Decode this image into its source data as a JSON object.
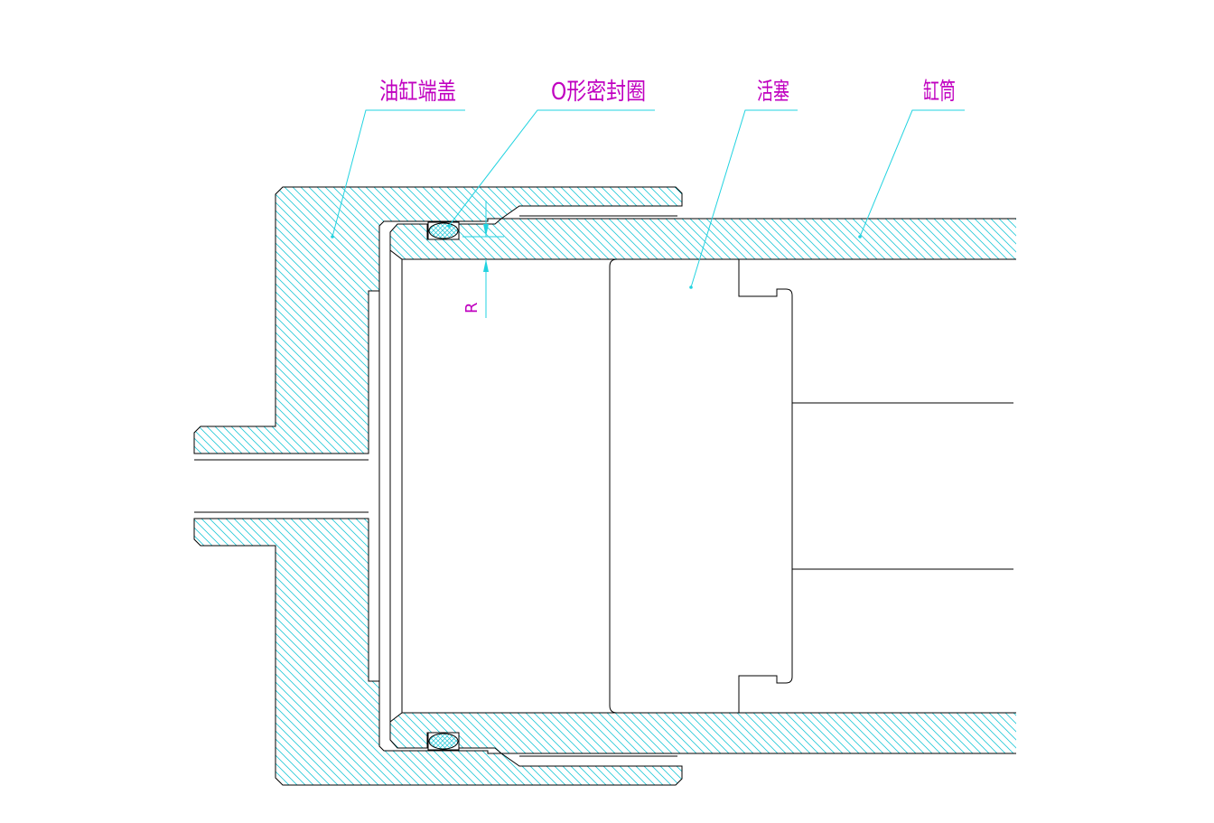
{
  "drawing": {
    "labels": {
      "end_cap": "油缸端盖",
      "o_ring": "O形密封圈",
      "piston": "活塞",
      "cylinder_tube": "缸筒",
      "dimension": "R"
    }
  },
  "colors": {
    "bg": "#ffffff",
    "outline": "#000000",
    "hatch": "#22c8d8",
    "leader": "#22d3e0",
    "label": "#c000c0"
  }
}
